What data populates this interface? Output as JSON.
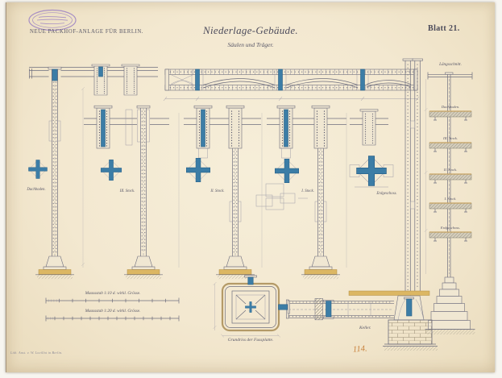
{
  "document": {
    "project": "NEUE PACKHOF-ANLAGE FÜR BERLIN.",
    "title": "Niederlage-Gebäude.",
    "subtitle": "Säulen und Träger.",
    "sheet": "Blatt 21.",
    "page_number": "114.",
    "imprint": "Lith. Anst. v. W. Loeillot in Berlin."
  },
  "drawing_labels": {
    "laengsschnitt": "Längsschnitt.",
    "grundriss_fussplatte": "Grundriss der Fussplatte.",
    "keller": "Keller.",
    "scale_bar_1": "Maassstab 1:10 d. wirkl. Grösse.",
    "scale_bar_2": "Maassstab 1:20 d. wirkl. Grösse."
  },
  "column_section_labels": [
    "Dachboden.",
    "III. Stock.",
    "II. Stock.",
    "I. Stock.",
    "Erdgeschoss."
  ],
  "section_floor_labels": [
    "Dachboden.",
    "III. Stock.",
    "II. Stock.",
    "I. Stock.",
    "Erdgeschoss."
  ],
  "colors": {
    "paper": "#f3e9d3",
    "ink": "#6e6e7e",
    "steel_blue": "#3c7da6",
    "wood_ochre": "#dcb763",
    "stamp_purple": "#9c82c4",
    "number_orange": "#c8803a"
  }
}
